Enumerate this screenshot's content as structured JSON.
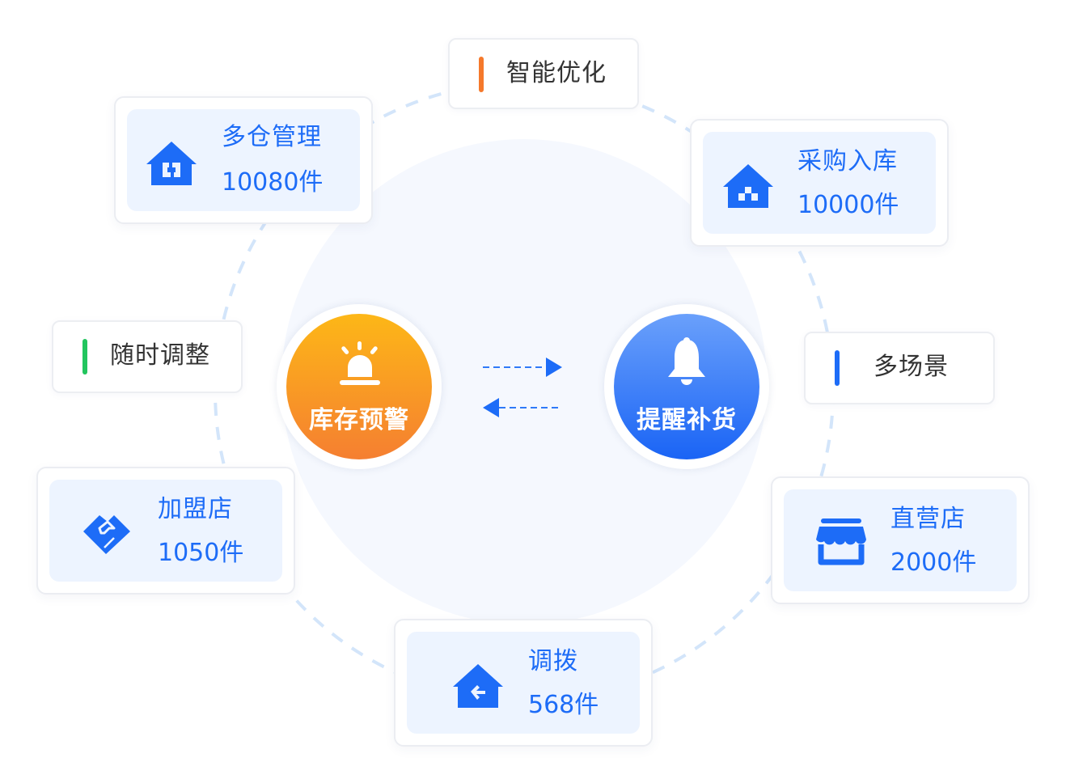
{
  "colors": {
    "primary_blue": "#1d6cf7",
    "card_inner_bg": "#edf4ff",
    "ring_dash": "#d3e5fa",
    "warning_orange_top": "#fdb717",
    "warning_orange_bottom": "#f57f31",
    "remind_blue_top": "#6aa0fb",
    "remind_blue_bottom": "#1a64f5",
    "tag_orange": "#f5792b",
    "tag_green": "#22c55e",
    "tag_blue": "#1d6cf7"
  },
  "hubs": {
    "warning": {
      "label": "库存预警",
      "icon": "alarm-light-icon"
    },
    "remind": {
      "label": "提醒补货",
      "icon": "bell-icon"
    }
  },
  "cards": {
    "multi_warehouse": {
      "title": "多仓管理",
      "count": "10080件",
      "icon": "warehouse-sync-icon"
    },
    "purchase_inbound": {
      "title": "采购入库",
      "count": "10000件",
      "icon": "warehouse-boxes-icon"
    },
    "direct_store": {
      "title": "直营店",
      "count": "2000件",
      "icon": "storefront-icon"
    },
    "transfer": {
      "title": "调拨",
      "count": "568件",
      "icon": "warehouse-arrow-icon"
    },
    "franchise_store": {
      "title": "加盟店",
      "count": "1050件",
      "icon": "handshake-icon"
    }
  },
  "tags": {
    "smart_optimize": {
      "label": "智能优化"
    },
    "adjust_anytime": {
      "label": "随时调整"
    },
    "multi_scene": {
      "label": "多场景"
    }
  }
}
